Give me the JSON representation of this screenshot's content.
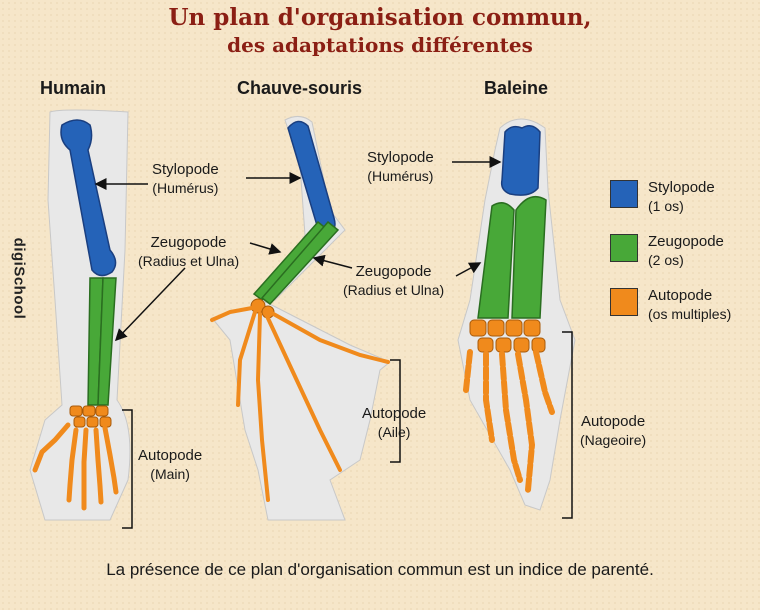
{
  "title": {
    "line1": "Un plan d'organisation commun,",
    "line2": "des adaptations différentes"
  },
  "columns": {
    "human": "Humain",
    "bat": "Chauve-souris",
    "whale": "Baleine"
  },
  "labels": {
    "human_stylopode": "Stylopode",
    "human_stylopode_sub": "(Humérus)",
    "human_zeugopode": "Zeugopode",
    "human_zeugopode_sub": "(Radius et Ulna)",
    "human_autopode": "Autopode",
    "human_autopode_sub": "(Main)",
    "bat_stylopode": "Stylopode",
    "bat_stylopode_sub": "(Humérus)",
    "bat_zeugopode": "Zeugopode",
    "bat_zeugopode_sub": "(Radius et Ulna)",
    "bat_autopode": "Autopode",
    "bat_autopode_sub": "(Aile)",
    "whale_autopode": "Autopode",
    "whale_autopode_sub": "(Nageoire)"
  },
  "legend": [
    {
      "label": "Stylopode",
      "sub": "(1 os)",
      "color": "#2563b8"
    },
    {
      "label": "Zeugopode",
      "sub": "(2 os)",
      "color": "#48a838"
    },
    {
      "label": "Autopode",
      "sub": "(os multiples)",
      "color": "#f08a1c"
    }
  ],
  "brand": "digiSchool",
  "footer": "La présence de ce plan d'organisation commun est un indice de parenté.",
  "colors": {
    "stylopode": "#2563b8",
    "zeugopode": "#48a838",
    "autopode": "#f08a1c",
    "title": "#8b1f14",
    "background": "#f6e6c9"
  }
}
